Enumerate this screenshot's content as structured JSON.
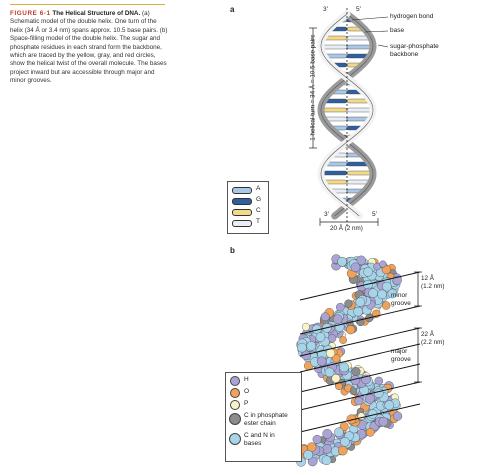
{
  "caption": {
    "figure": "FIGURE 6-1",
    "title": "The Helical Structure of DNA.",
    "body": "(a) Schematic model of the double helix. One turn of the helix (34 Å or 3.4 nm) spans approx. 10.5 base pairs. (b) Space-filling model of the double helix. The sugar and phosphate residues in each strand form the backbone, which are traced by the yellow, gray, and red circles, show the helical twist of the overall molecule. The bases project inward but are accessible through major and minor grooves."
  },
  "panel_a": {
    "label": "a",
    "top_left_end": "3′",
    "top_right_end": "5′",
    "bottom_left_end": "3′",
    "bottom_right_end": "5′",
    "callouts": {
      "hydrogen_bond": "hydrogen bond",
      "base": "base",
      "backbone_line1": "sugar-phosphate",
      "backbone_line2": "backbone"
    },
    "helical_turn": "1 helical turn = 34 Å = 10.5 base pairs",
    "width": "20 Å (2 nm)",
    "legend": [
      {
        "label": "A",
        "color": "#a9c8e8"
      },
      {
        "label": "G",
        "color": "#2f5f9e"
      },
      {
        "label": "C",
        "color": "#f3d98a"
      },
      {
        "label": "T",
        "color": "#e9edf5"
      }
    ]
  },
  "panel_b": {
    "label": "b",
    "minor_groove_size1": "12 Å",
    "minor_groove_size2": "(1.2 nm)",
    "minor_groove_line1": "minor",
    "minor_groove_line2": "groove",
    "major_groove_size1": "22 Å",
    "major_groove_size2": "(2.2 nm)",
    "major_groove_line1": "major",
    "major_groove_line2": "groove",
    "legend": [
      {
        "label": "H",
        "color": "#a9a4d4"
      },
      {
        "label": "O",
        "color": "#f0a25a"
      },
      {
        "label": "P",
        "color": "#fbf3c8"
      },
      {
        "label": "C in phosphate",
        "label2": "ester chain",
        "color": "#8c8c8c"
      },
      {
        "label": "C and N in",
        "label2": "bases",
        "color": "#a8d4ea"
      }
    ]
  }
}
